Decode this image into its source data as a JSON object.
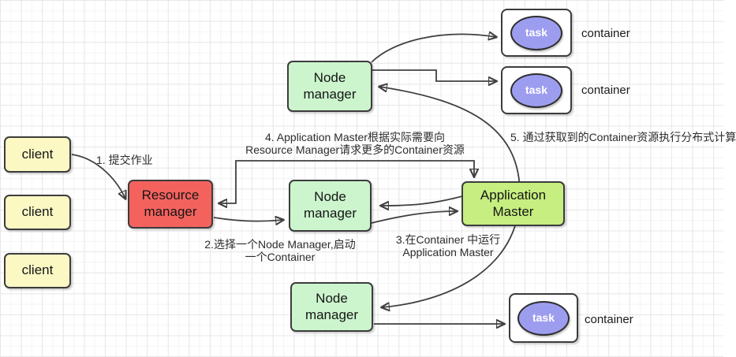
{
  "diagram": {
    "client_label": "client",
    "rm_label": "Resource manager",
    "nm_label": "Node manager",
    "am_label": "Application Master",
    "task_label": "task",
    "container_label": "container",
    "annotations": {
      "step1": "1. 提交作业",
      "step2_line1": "2.选择一个Node Manager,启动",
      "step2_line2": "一个Container",
      "step3_line1": "3.在Container 中运行",
      "step3_line2": "Application Master",
      "step4_line1": "4. Application Master根据实际需要向",
      "step4_line2": "Resource Manager请求更多的Container资源",
      "step5": "5. 通过获取到的Container资源执行分布式计算"
    },
    "colors": {
      "client_fill": "#FBF8C4",
      "resource_manager_fill": "#F4625E",
      "node_manager_fill": "#CCF5CD",
      "application_master_fill": "#C6EE80",
      "task_fill": "#9D9DF0",
      "container_fill": "#FFFFFF",
      "border": "#3C3C3C",
      "arrow": "#404040",
      "grid": "#E7E7E7"
    }
  }
}
